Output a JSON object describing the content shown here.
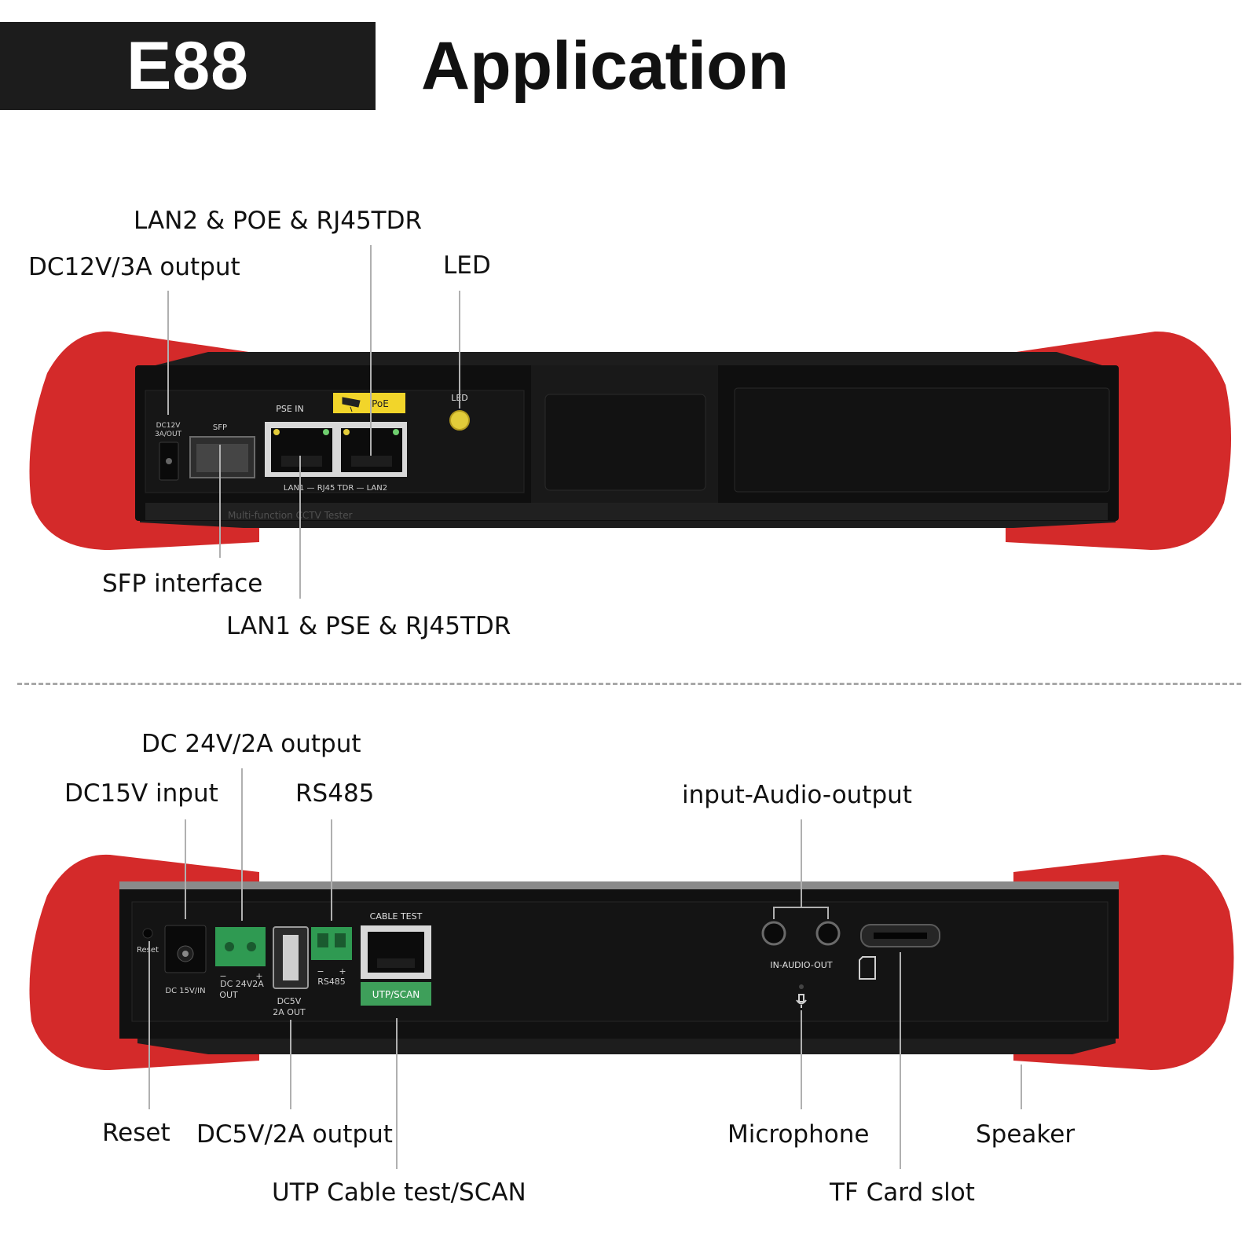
{
  "header": {
    "model": "E88",
    "title": "Application"
  },
  "top_panel": {
    "callouts": {
      "dc12v": "DC12V/3A output",
      "lan2": "LAN2 & POE & RJ45TDR",
      "led": "LED",
      "sfp": "SFP interface",
      "lan1": "LAN1 & PSE & RJ45TDR"
    },
    "device_labels": {
      "dc12v": "DC12V",
      "dc12v_sub": "3A/OUT",
      "sfp": "SFP",
      "pse_in": "PSE IN",
      "poe": "PoE",
      "led": "LED",
      "lan_bottom": "LAN1 — RJ45 TDR — LAN2",
      "brand_strip": "Multi-function CCTV Tester"
    }
  },
  "bottom_panel": {
    "callouts": {
      "dc24v": "DC 24V/2A output",
      "dc15v": "DC15V input",
      "rs485": "RS485",
      "audio": "input-Audio-output",
      "reset": "Reset",
      "dc5v": "DC5V/2A output",
      "utp": "UTP Cable test/SCAN",
      "microphone": "Microphone",
      "speaker": "Speaker",
      "tf": "TF Card slot"
    },
    "device_labels": {
      "reset": "Reset",
      "dc15v": "DC 15V/IN",
      "dc24v_minus": "−",
      "dc24v_plus": "+",
      "dc24v": "DC 24V2A",
      "dc24v_sub": "OUT",
      "dc5v": "DC5V",
      "dc5v_sub": "2A OUT",
      "rs485_minus": "−",
      "rs485_plus": "+",
      "rs485": "RS485",
      "cable_test": "CABLE TEST",
      "utp_scan": "UTP/SCAN",
      "in_audio_out": "IN-AUDIO-OUT"
    }
  },
  "colors": {
    "rubber": "#d42a2a",
    "body": "#1b1b1b",
    "panel": "#121212",
    "poe_badge": "#f2d52a",
    "connector_green": "#2f9a52",
    "utp_green": "#3e9f5a",
    "led": "#e2cc3a"
  }
}
